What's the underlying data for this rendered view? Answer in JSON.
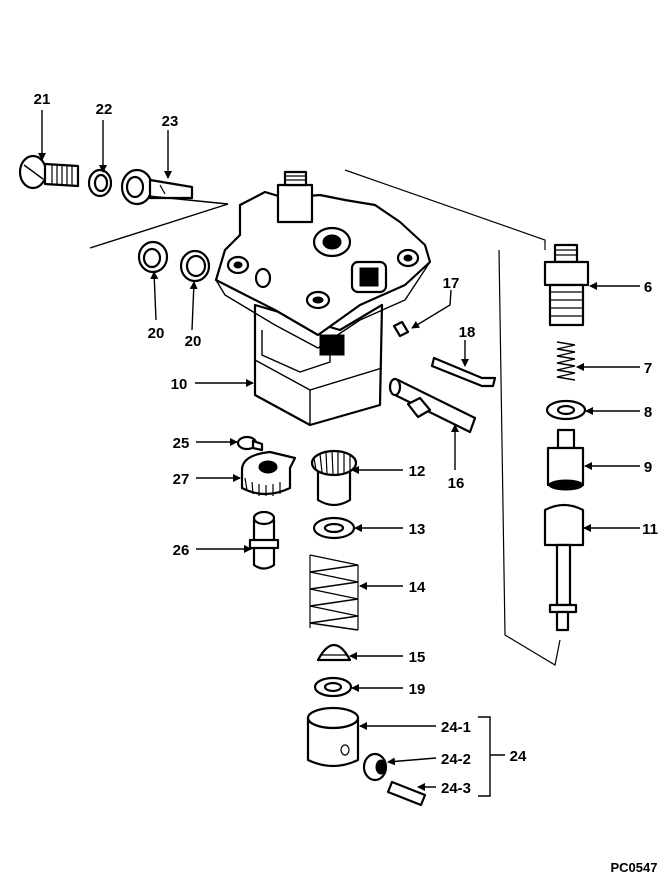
{
  "figure_code": "PC0547",
  "labels": {
    "l6": "6",
    "l7": "7",
    "l8": "8",
    "l9": "9",
    "l10": "10",
    "l11": "11",
    "l12": "12",
    "l13": "13",
    "l14": "14",
    "l15": "15",
    "l16": "16",
    "l17": "17",
    "l18": "18",
    "l19": "19",
    "l20a": "20",
    "l20b": "20",
    "l21": "21",
    "l22": "22",
    "l23": "23",
    "l24": "24",
    "l24_1": "24-1",
    "l24_2": "24-2",
    "l24_3": "24-3",
    "l25": "25",
    "l26": "26",
    "l27": "27"
  }
}
